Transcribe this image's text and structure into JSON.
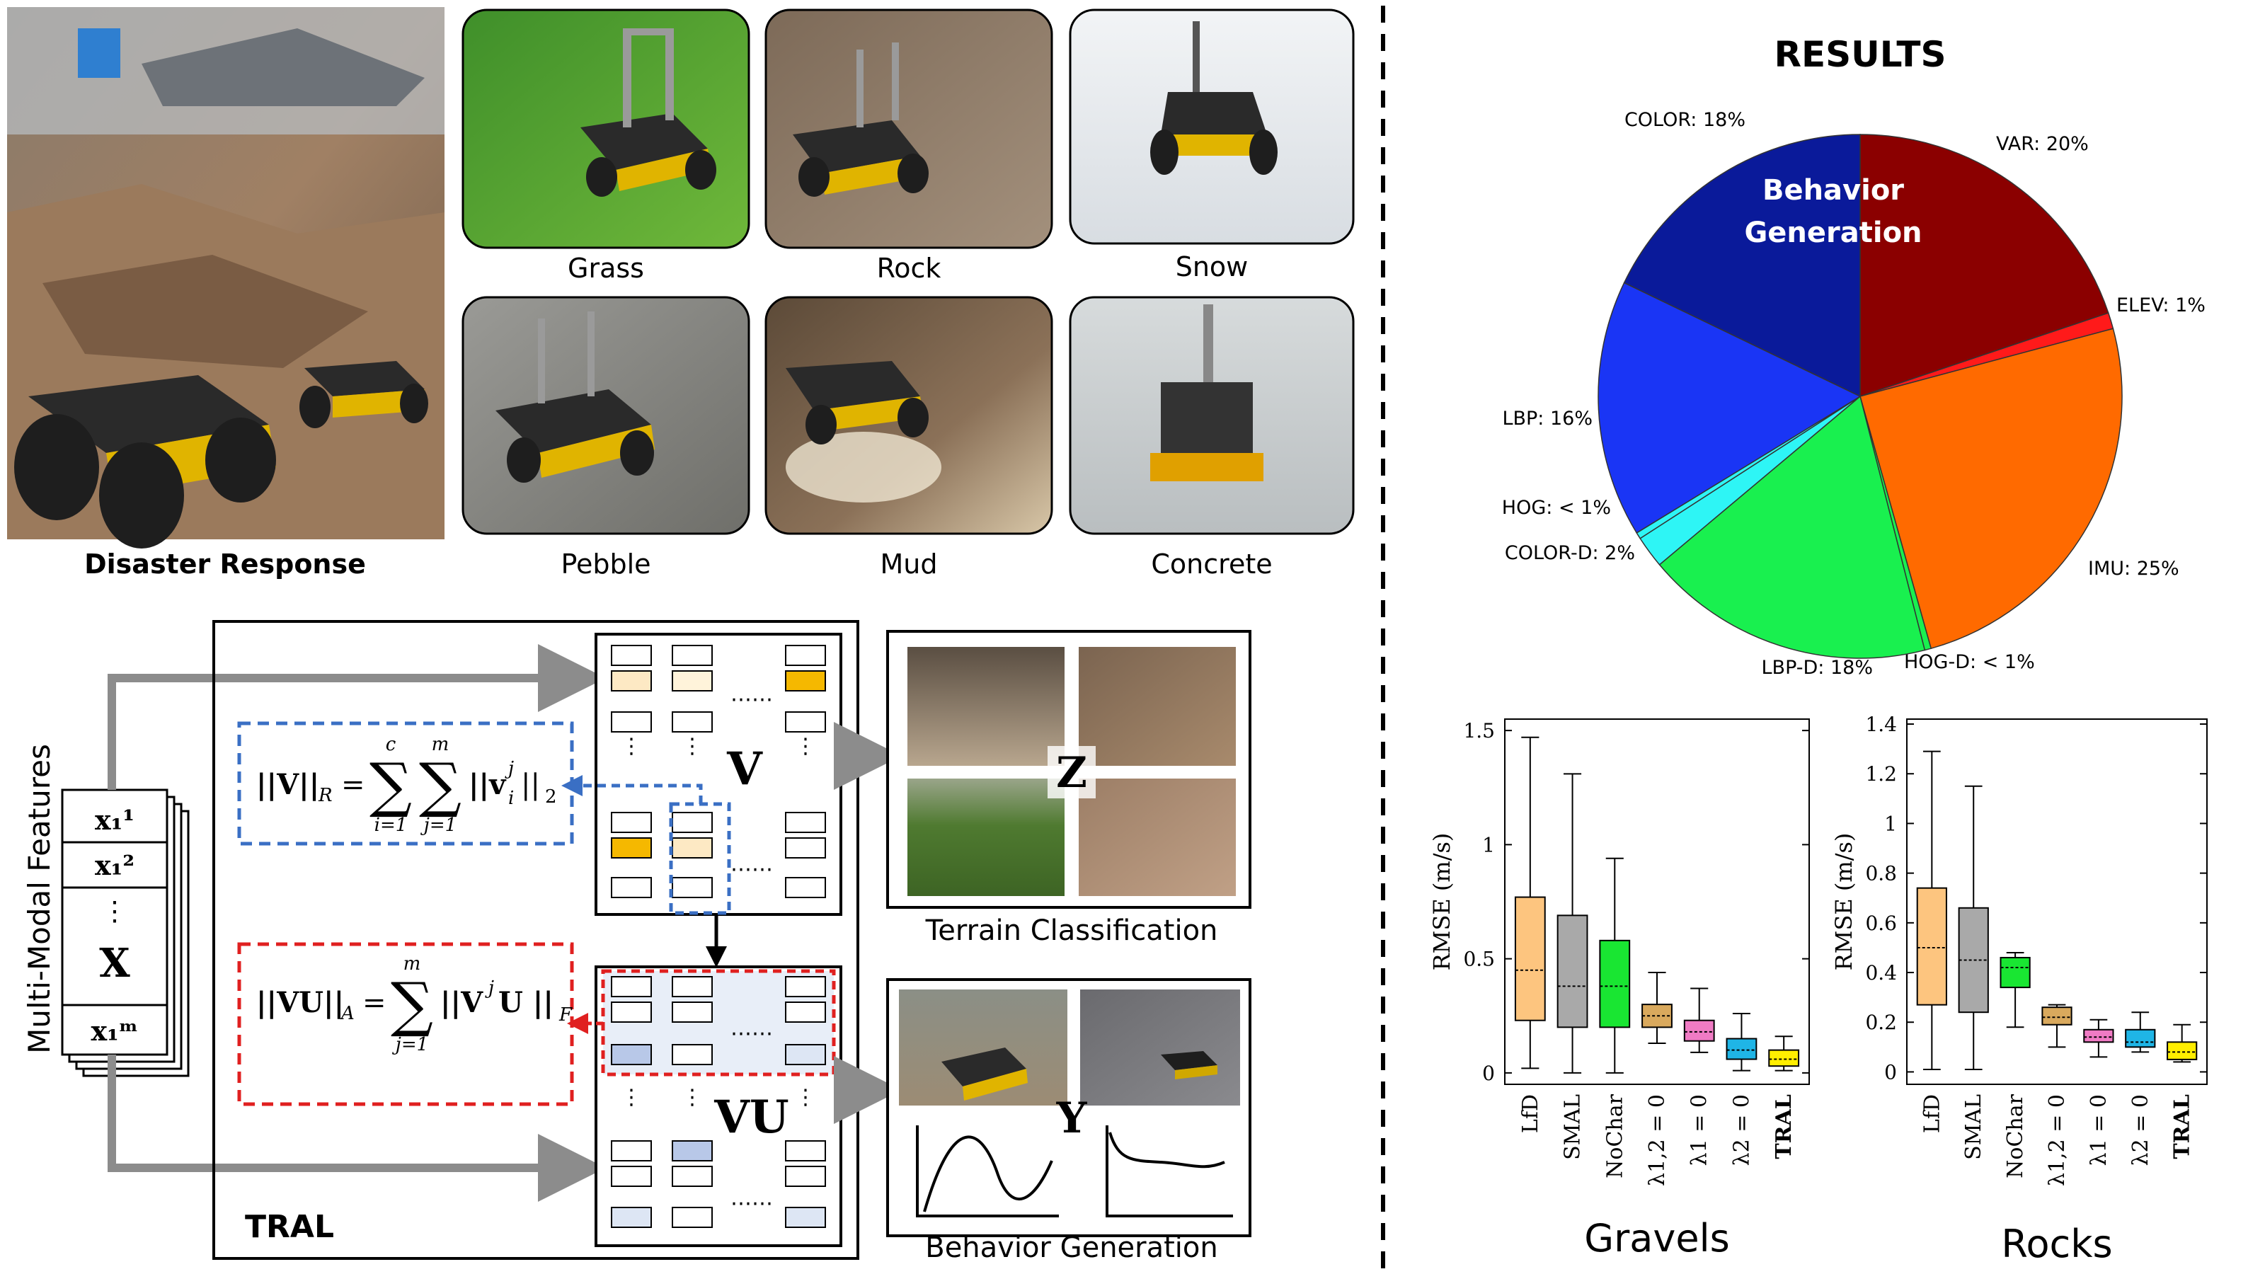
{
  "top_left": {
    "disaster_label": "Disaster Response",
    "terrains": [
      "Grass",
      "Rock",
      "Snow",
      "Pebble",
      "Mud",
      "Concrete"
    ]
  },
  "method": {
    "features_label": "Multi-Modal Features",
    "feature_rows": [
      "x₁¹",
      "x₁²",
      "⋮",
      "X",
      "x₁ᵐ"
    ],
    "tral_label": "TRAL",
    "v_label": "V",
    "vu_label": "VU",
    "z_label": "Z",
    "y_label": "Y",
    "terrain_classification": "Terrain Classification",
    "behavior_generation": "Behavior Generation",
    "norm_r": {
      "lhs": "||V||",
      "sub": "R",
      "eq": "=",
      "sum1_top": "c",
      "sum1_bot": "i=1",
      "sum2_top": "m",
      "sum2_bot": "j=1",
      "term": "||v",
      "term_sup": "j",
      "term_sub": "i",
      "tail": "||",
      "tail_sub": "2"
    },
    "norm_a": {
      "lhs": "||VU||",
      "sub": "A",
      "eq": "=",
      "sum_top": "m",
      "sum_bot": "j=1",
      "term": "||V",
      "term_sup": "j",
      "term_mid": "U ||",
      "tail_sub": "F"
    },
    "dots": [
      "⋯⋯",
      "⋮"
    ]
  },
  "results": {
    "title": "RESULTS",
    "center_label_line1": "Behavior",
    "center_label_line2": "Generation",
    "colors": {
      "dark_red": "#8b0000",
      "red": "#ff1a1a",
      "orange": "#ff6a00",
      "green": "#19f04f",
      "cyan": "#2ef5f5",
      "blue": "#1a35f5",
      "navy": "#0a1a9a"
    }
  },
  "chart_data": [
    {
      "type": "pie",
      "title": "RESULTS",
      "slices": [
        {
          "label": "VAR: 20%",
          "value": 20,
          "color": "#8b0000"
        },
        {
          "label": "ELEV: 1%",
          "value": 1,
          "color": "#ff1a1a"
        },
        {
          "label": "IMU: 25%",
          "value": 25,
          "color": "#ff6a00"
        },
        {
          "label": "HOG-D: < 1%",
          "value": 0.4,
          "color": "#19f04f"
        },
        {
          "label": "LBP-D: 18%",
          "value": 18,
          "color": "#19f04f"
        },
        {
          "label": "COLOR-D: 2%",
          "value": 2,
          "color": "#2ef5f5"
        },
        {
          "label": "HOG: < 1%",
          "value": 0.4,
          "color": "#2ef5f5"
        },
        {
          "label": "LBP: 16%",
          "value": 16,
          "color": "#1a35f5"
        },
        {
          "label": "COLOR: 18%",
          "value": 18,
          "color": "#0a1a9a"
        }
      ]
    },
    {
      "type": "box",
      "title": "Gravels",
      "ylabel": "RMSE (m/s)",
      "ylim": [
        -0.05,
        1.55
      ],
      "yticks": [
        0,
        0.5,
        1,
        1.5
      ],
      "ytick_labels": [
        "0",
        "0.5",
        "1",
        "1.5"
      ],
      "categories": [
        "LfD",
        "SMAL",
        "NoChar",
        "λ1,2 = 0",
        "λ1 = 0",
        "λ2 = 0",
        "TRAL"
      ],
      "boxes": [
        {
          "min": 0.02,
          "q1": 0.23,
          "median": 0.45,
          "q3": 0.77,
          "max": 1.47,
          "color": "#fdc57f"
        },
        {
          "min": 0.0,
          "q1": 0.2,
          "median": 0.38,
          "q3": 0.69,
          "max": 1.31,
          "color": "#a9a9a9"
        },
        {
          "min": 0.0,
          "q1": 0.2,
          "median": 0.38,
          "q3": 0.58,
          "max": 0.94,
          "color": "#19e632"
        },
        {
          "min": 0.13,
          "q1": 0.2,
          "median": 0.25,
          "q3": 0.3,
          "max": 0.44,
          "color": "#d9a95d"
        },
        {
          "min": 0.09,
          "q1": 0.14,
          "median": 0.18,
          "q3": 0.23,
          "max": 0.37,
          "color": "#f07bc4"
        },
        {
          "min": 0.01,
          "q1": 0.06,
          "median": 0.1,
          "q3": 0.15,
          "max": 0.26,
          "color": "#1fb5e6"
        },
        {
          "min": 0.01,
          "q1": 0.03,
          "median": 0.06,
          "q3": 0.1,
          "max": 0.16,
          "color": "#ffee00"
        }
      ]
    },
    {
      "type": "box",
      "title": "Rocks",
      "ylabel": "RMSE (m/s)",
      "ylim": [
        -0.05,
        1.42
      ],
      "yticks": [
        0,
        0.2,
        0.4,
        0.6,
        0.8,
        1,
        1.2,
        1.4
      ],
      "ytick_labels": [
        "0",
        "0.2",
        "0.4",
        "0.6",
        "0.8",
        "1",
        "1.2",
        "1.4"
      ],
      "categories": [
        "LfD",
        "SMAL",
        "NoChar",
        "λ1,2 = 0",
        "λ1 = 0",
        "λ2 = 0",
        "TRAL"
      ],
      "boxes": [
        {
          "min": 0.01,
          "q1": 0.27,
          "median": 0.5,
          "q3": 0.74,
          "max": 1.29,
          "color": "#fdc57f"
        },
        {
          "min": 0.01,
          "q1": 0.24,
          "median": 0.45,
          "q3": 0.66,
          "max": 1.15,
          "color": "#a9a9a9"
        },
        {
          "min": 0.18,
          "q1": 0.34,
          "median": 0.42,
          "q3": 0.46,
          "max": 0.48,
          "color": "#19e632"
        },
        {
          "min": 0.1,
          "q1": 0.19,
          "median": 0.22,
          "q3": 0.26,
          "max": 0.27,
          "color": "#d9a95d"
        },
        {
          "min": 0.06,
          "q1": 0.12,
          "median": 0.14,
          "q3": 0.17,
          "max": 0.21,
          "color": "#f07bc4"
        },
        {
          "min": 0.08,
          "q1": 0.1,
          "median": 0.12,
          "q3": 0.17,
          "max": 0.24,
          "color": "#1fb5e6"
        },
        {
          "min": 0.04,
          "q1": 0.05,
          "median": 0.08,
          "q3": 0.12,
          "max": 0.19,
          "color": "#ffee00"
        }
      ]
    }
  ]
}
